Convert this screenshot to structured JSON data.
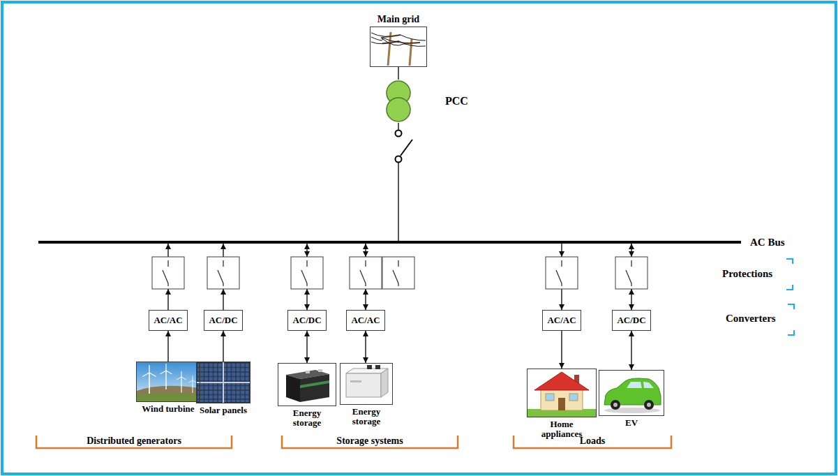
{
  "diagram": {
    "nodes": [
      {
        "text": [
          "Main grid"
        ]
      },
      {
        "text": [
          "PCC"
        ]
      },
      {
        "text": [
          "AC Bus"
        ]
      },
      {
        "text": [
          "AC/AC"
        ]
      },
      {
        "text": [
          "AC/DC"
        ]
      },
      {
        "text": [
          "AC/DC"
        ]
      },
      {
        "text": [
          "AC/AC"
        ]
      },
      {
        "text": [
          "AC/AC"
        ]
      },
      {
        "text": [
          "AC/DC"
        ]
      },
      {
        "text": [
          "Wind turbine"
        ]
      },
      {
        "text": [
          "Solar panels"
        ]
      },
      {
        "text": [
          "Energy storage"
        ]
      },
      {
        "text": [
          "Energy storage"
        ]
      },
      {
        "text": [
          "Home appliances"
        ]
      },
      {
        "text": [
          "EV"
        ]
      }
    ],
    "edges": [
      {
        "from": 0,
        "to": 1,
        "arrow": "none"
      },
      {
        "from": 1,
        "to": 2,
        "arrow": "none"
      },
      {
        "from": 9,
        "to": 3,
        "arrow": "to"
      },
      {
        "from": 3,
        "to": 2,
        "arrow": "to"
      },
      {
        "from": 10,
        "to": 4,
        "arrow": "to"
      },
      {
        "from": 4,
        "to": 2,
        "arrow": "to"
      },
      {
        "from": 11,
        "to": 5,
        "arrow": "both"
      },
      {
        "from": 5,
        "to": 2,
        "arrow": "both"
      },
      {
        "from": 12,
        "to": 6,
        "arrow": "both"
      },
      {
        "from": 6,
        "to": 2,
        "arrow": "both"
      },
      {
        "from": 2,
        "to": 7,
        "arrow": "to"
      },
      {
        "from": 7,
        "to": 13,
        "arrow": "to"
      },
      {
        "from": 14,
        "to": 8,
        "arrow": "both"
      },
      {
        "from": 8,
        "to": 2,
        "arrow": "both"
      }
    ],
    "labels": [
      "Protections",
      "Converters",
      "Distributed generators",
      "Storage systems",
      "Loads"
    ]
  }
}
